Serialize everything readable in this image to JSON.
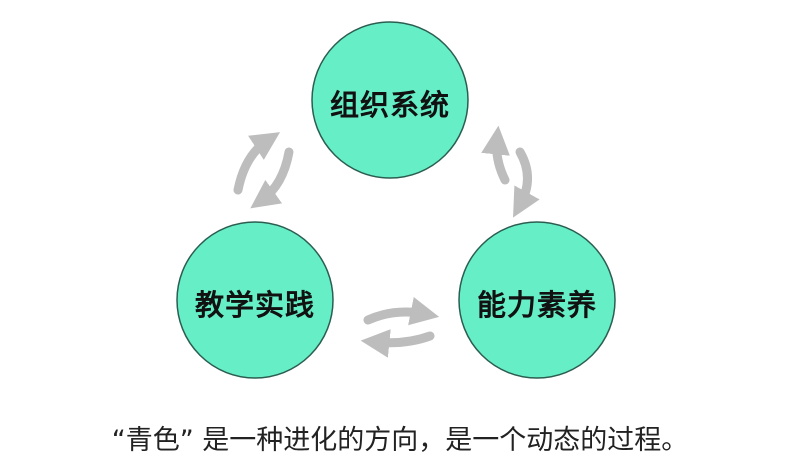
{
  "nodes": [
    {
      "label": "组织系统"
    },
    {
      "label": "教学实践"
    },
    {
      "label": "能力素养"
    }
  ],
  "caption": "“青色” 是一种进化的方向，是一个动态的过程。",
  "colors": {
    "node_fill": "#66efc7",
    "node_stroke": "#2b5e50",
    "arrow": "#bdbdbd"
  }
}
